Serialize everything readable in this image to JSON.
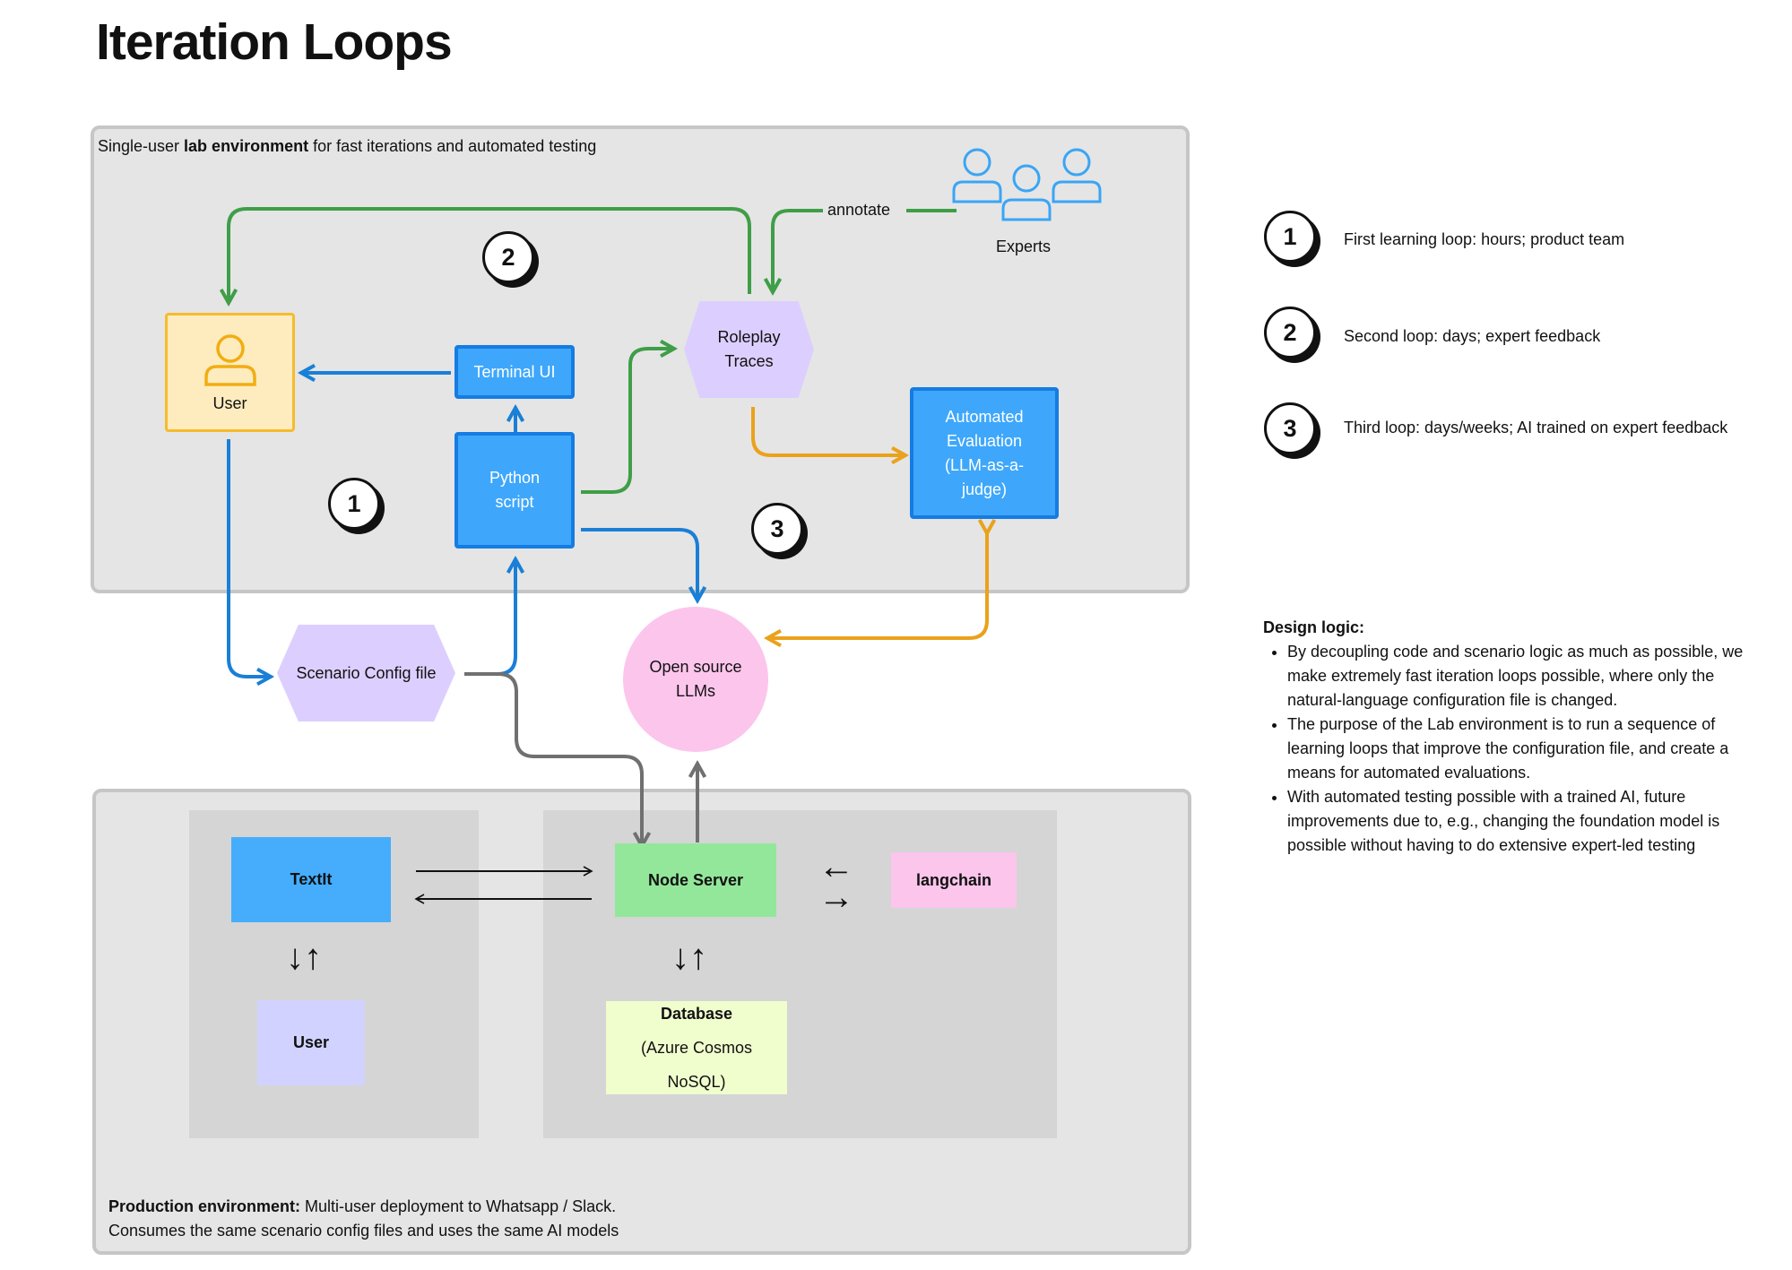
{
  "title": "Iteration Loops",
  "lab": {
    "caption_prefix": "Single-user ",
    "caption_bold": "lab environment",
    "caption_suffix": " for fast iterations and automated testing",
    "user_label": "User",
    "terminal_ui": "Terminal UI",
    "python_script_line1": "Python",
    "python_script_line2": "script",
    "roleplay_line1": "Roleplay",
    "roleplay_line2": "Traces",
    "auto_eval_line1": "Automated",
    "auto_eval_line2": "Evaluation",
    "auto_eval_line3": "(LLM-as-a-",
    "auto_eval_line4": "judge)",
    "annotate": "annotate",
    "experts": "Experts"
  },
  "loops": {
    "one": "1",
    "two": "2",
    "three": "3"
  },
  "middle": {
    "scenario_config": "Scenario Config file",
    "llm_line1": "Open source",
    "llm_line2": "LLMs"
  },
  "production": {
    "textit": "TextIt",
    "user": "User",
    "node_server": "Node Server",
    "langchain": "langchain",
    "db_line1": "Database",
    "db_line2": "(Azure Cosmos",
    "db_line3": "NoSQL)",
    "caption_bold": "Production environment:",
    "caption_line1_rest": " Multi-user  deployment to Whatsapp / Slack.",
    "caption_line2": "Consumes the same scenario config files and uses the same AI models"
  },
  "legend": [
    {
      "number": "1",
      "text": "First learning loop: hours; product team"
    },
    {
      "number": "2",
      "text": "Second loop: days; expert feedback"
    },
    {
      "number": "3",
      "text": "Third loop: days/weeks; AI trained on expert feedback"
    }
  ],
  "design_logic": {
    "heading": "Design logic:",
    "bullets": [
      "By decoupling code and scenario logic as much as possible, we make extremely fast iteration loops possible, where only the natural-language configuration file is changed.",
      "The purpose of the Lab environment is to run a sequence of learning loops that improve the configuration file, and create a means for automated evaluations.",
      "With automated testing possible with a trained AI, future improvements due to, e.g.,  changing the foundation model is possible without having to do extensive expert-led testing"
    ]
  },
  "colors": {
    "green_arrow": "#3f9e47",
    "blue_arrow": "#1a7fd6",
    "orange_arrow": "#eaa21c",
    "gray_arrow": "#707070",
    "user_fill": "#feecbf",
    "user_border": "#f6bb2c",
    "llm_fill": "#fcc5ec"
  }
}
